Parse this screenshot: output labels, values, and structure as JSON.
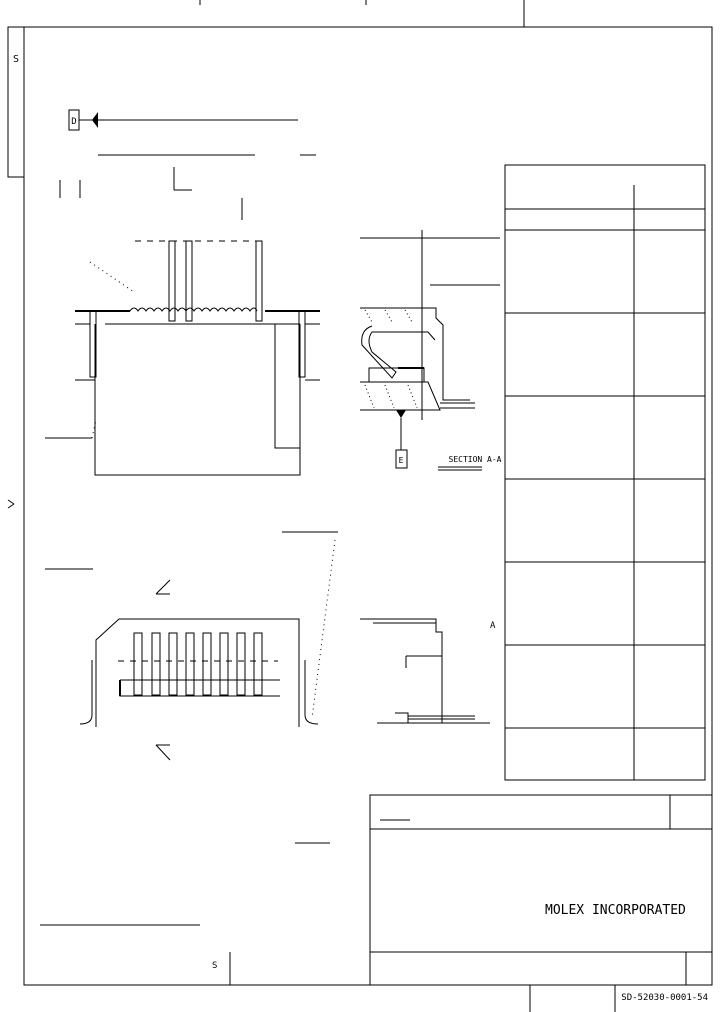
{
  "drawing": {
    "datum_d": "D",
    "datum_e": "E",
    "side_label_s": "S",
    "section_label": "SECTION A-A",
    "view_arrow_label": "A",
    "company": "MOLEX INCORPORATED",
    "document_number": "SD-52030-0001-54",
    "sheet_label": "S"
  }
}
